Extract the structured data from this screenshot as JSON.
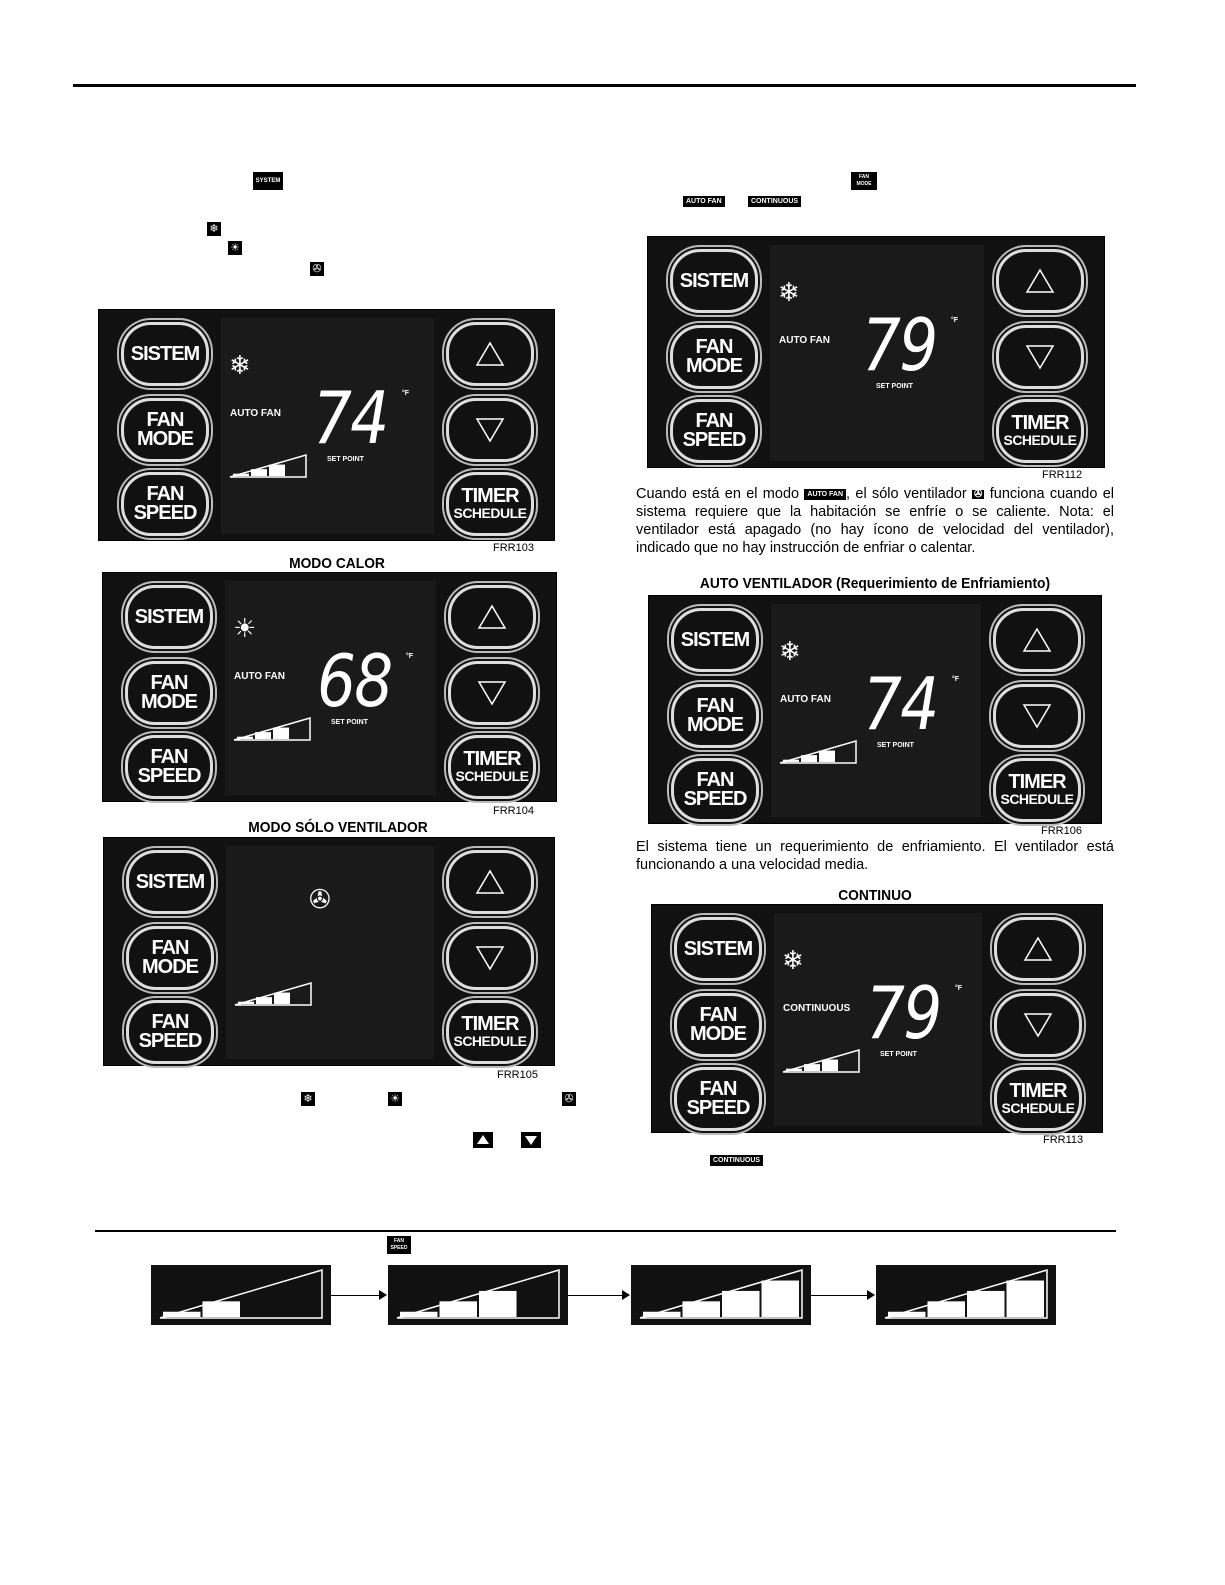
{
  "badges": {
    "system": "SYSTEM",
    "fan_mode_line1": "FAN",
    "fan_mode_line2": "MODE",
    "auto_fan": "AUTO FAN",
    "continuous": "CONTINUOUS",
    "fan_speed_line1": "FAN",
    "fan_speed_line2": "SPEED"
  },
  "panel_labels": {
    "sistem": "SISTEM",
    "fan": "FAN",
    "mode": "MODE",
    "speed": "SPEED",
    "timer": "TIMER",
    "schedule": "SCHEDULE",
    "auto_fan": "AUTO FAN",
    "continuous": "CONTINUOUS",
    "set_point": "SET POINT",
    "deg_f": "°F"
  },
  "panels": [
    {
      "id": "FRR103",
      "temp": "74",
      "mode_icon": "snowflake-icon",
      "fan_label": "AUTO FAN",
      "show_ramp": true
    },
    {
      "id": "FRR104",
      "temp": "68",
      "mode_icon": "sun-icon",
      "fan_label": "AUTO FAN",
      "show_ramp": true
    },
    {
      "id": "FRR105",
      "temp": "",
      "mode_icon": "fan-icon",
      "fan_label": "",
      "show_ramp": true
    },
    {
      "id": "FRR112",
      "temp": "79",
      "mode_icon": "snowflake-icon",
      "fan_label": "AUTO FAN",
      "show_ramp": false
    },
    {
      "id": "FRR106",
      "temp": "74",
      "mode_icon": "snowflake-icon",
      "fan_label": "AUTO FAN",
      "show_ramp": true
    },
    {
      "id": "FRR113",
      "temp": "79",
      "mode_icon": "snowflake-icon",
      "fan_label": "CONTINUOUS",
      "show_ramp": true
    }
  ],
  "titles": {
    "modo_calor": "MODO CALOR",
    "modo_solo_ventilador": "MODO SÓLO VENTILADOR",
    "auto_ventilador": "AUTO VENTILADOR (Requerimiento de Enfriamiento)",
    "continuo": "CONTINUO"
  },
  "paragraphs": {
    "auto_fan_p1": "Cuando está en el modo",
    "auto_fan_p2": ", el sólo ventilador",
    "auto_fan_p3": "funciona cuando el sistema requiere que la habitación se enfríe o se caliente. Nota: el ventilador está apagado (no hay ícono de velocidad del ventilador), indicado que no hay instrucción de enfriar o calentar.",
    "cooling": "El sistema tiene un requerimiento de enfriamiento. El ventilador está funcionando a una velocidad media."
  },
  "fan_speed_levels": [
    {
      "filled": 2
    },
    {
      "filled": 3
    },
    {
      "filled": 4
    },
    {
      "filled": 4
    }
  ]
}
